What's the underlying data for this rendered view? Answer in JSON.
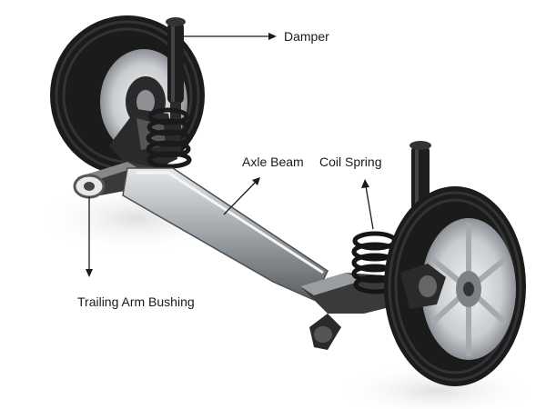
{
  "labels": {
    "damper": "Damper",
    "axle_beam": "Axle Beam",
    "coil_spring": "Coil Spring",
    "trailing_arm_bushing": "Trailing Arm Bushing"
  },
  "colors": {
    "background": "#ffffff",
    "tire": "#1b1b1b",
    "metal_dark": "#2a2a2a",
    "metal_light": "#b8bcc0",
    "rim": "#d9dcdf",
    "text": "#1a1a1a"
  }
}
